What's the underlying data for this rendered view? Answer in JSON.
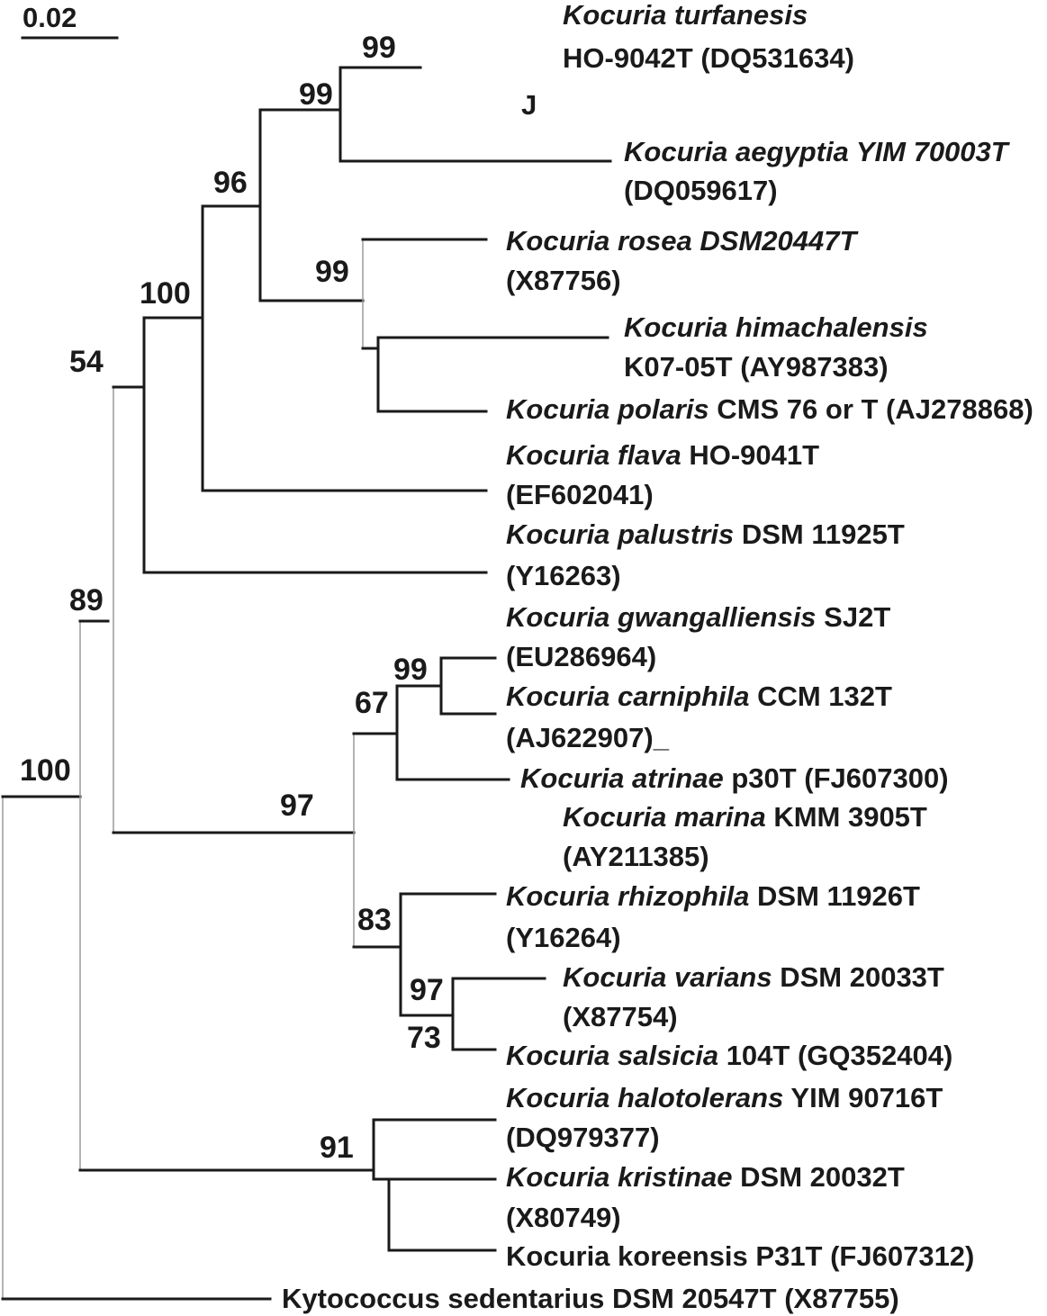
{
  "scale_bar": {
    "label": "0.02"
  },
  "stray_mark": "J",
  "bootstrap_values": [
    "99",
    "99",
    "96",
    "99",
    "100",
    "54",
    "89",
    "99",
    "67",
    "97",
    "83",
    "97",
    "73",
    "91",
    "100"
  ],
  "taxa": [
    {
      "italic": "Kocuria turfanesis",
      "line2": "HO-9042T (DQ531634)"
    },
    {
      "italic": "Kocuria aegyptia YIM 70003T",
      "line2": "(DQ059617)"
    },
    {
      "italic": "Kocuria rosea DSM20447T",
      "line2": "(X87756)"
    },
    {
      "italic": "Kocuria himachalensis",
      "line2": "K07-05T (AY987383)"
    },
    {
      "italic": "Kocuria polaris",
      "plain": " CMS 76 or T (AJ278868)"
    },
    {
      "italic": "Kocuria flava",
      "plain": " HO-9041T",
      "line2": "(EF602041)"
    },
    {
      "italic": "Kocuria palustris",
      "plain": " DSM 11925T",
      "line2": "(Y16263)"
    },
    {
      "italic": "Kocuria gwangalliensis",
      "plain": " SJ2T",
      "line2": "(EU286964)"
    },
    {
      "italic": "Kocuria carniphila",
      "plain": " CCM 132T",
      "line2": "(AJ622907)_"
    },
    {
      "italic": "Kocuria atrinae",
      "plain": " p30T (FJ607300)"
    },
    {
      "italic": "Kocuria marina",
      "plain": " KMM 3905T",
      "line2": "(AY211385)"
    },
    {
      "italic": "Kocuria rhizophila",
      "plain": " DSM 11926T",
      "line2": "(Y16264)"
    },
    {
      "italic": "Kocuria varians",
      "plain": " DSM 20033T",
      "line2": "(X87754)"
    },
    {
      "italic": "Kocuria salsicia",
      "plain": " 104T (GQ352404)"
    },
    {
      "italic": "Kocuria halotolerans",
      "plain": " YIM 90716T",
      "line2": "(DQ979377)"
    },
    {
      "italic": "Kocuria kristinae",
      "plain": " DSM 20032T",
      "line2": "(X80749)"
    },
    {
      "plain": "Kocuria koreensis P31T (FJ607312)"
    },
    {
      "plain": "Kytococcus sedentarius DSM 20547T (X87755)"
    }
  ]
}
